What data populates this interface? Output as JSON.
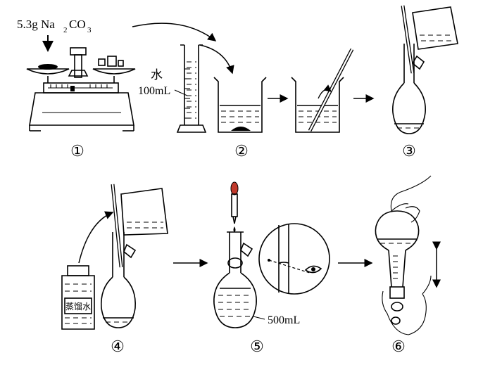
{
  "labels": {
    "mass_value": "5.3g Na",
    "formula_sub2": "2",
    "formula_co": "CO",
    "formula_sub3": "3",
    "water": "水",
    "water_volume": "100mL",
    "distilled_water": "蒸馏水",
    "flask_volume": "500mL"
  },
  "steps": [
    "①",
    "②",
    "③",
    "④",
    "⑤",
    "⑥"
  ],
  "colors": {
    "ink": "#000000",
    "dropper_bulb": "#c0392b"
  }
}
